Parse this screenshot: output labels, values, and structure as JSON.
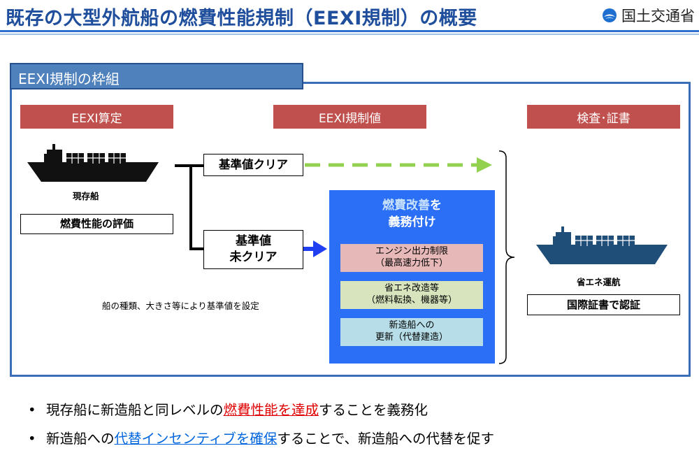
{
  "header": {
    "title": "既存の大型外航船の燃費性能規制（EEXI規制）の概要",
    "ministry": "国土交通省"
  },
  "frame": {
    "label": "EEXI規制の枠組"
  },
  "columns": {
    "left": "EEXI算定",
    "middle": "EEXI規制値",
    "right": "検査･証書"
  },
  "left": {
    "ship_caption": "現存船",
    "eval_box": "燃費性能の評価",
    "note": "船の種類、大きさ等により基準値を設定"
  },
  "middle": {
    "clear_box": "基準値クリア",
    "not_clear_line1": "基準値",
    "not_clear_line2": "未クリア",
    "panel_title_hl": "燃費改善",
    "panel_title_rest": "を",
    "panel_title_line2": "義務付け",
    "options": [
      {
        "line1": "エンジン出力制限",
        "line2": "（最高速力低下）",
        "color": "#e6b9b8"
      },
      {
        "line1": "省エネ改造等",
        "line2": "（燃料転換、機器等）",
        "color": "#d7e4bd"
      },
      {
        "line1": "新造船への",
        "line2": "更新（代替建造）",
        "color": "#b7dee8"
      }
    ]
  },
  "right": {
    "ship_caption": "省エネ運航",
    "cert_box": "国際証書で認証"
  },
  "bullets": [
    {
      "pre": "現存船に新造船と同レベルの",
      "hl": "燃費性能を達成",
      "post": "することを義務化"
    },
    {
      "pre": "新造船への",
      "hl": "代替インセンティブを確保",
      "post": "することで、新造船への代替を促す"
    }
  ],
  "colors": {
    "title_blue": "#1f4e9c",
    "header_red": "#c0504d",
    "panel_blue": "#2b6ff6",
    "arrow_green": "#92d050",
    "arrow_blue": "#1f3ff0",
    "ship_black": "#111111",
    "ship_blue": "#1f4e79"
  },
  "icons": {
    "logo": "mlit-logo-icon",
    "ship": "container-ship-icon"
  }
}
